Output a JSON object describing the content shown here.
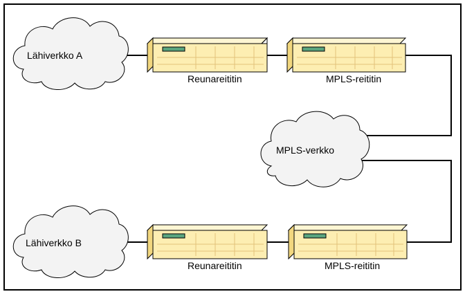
{
  "clouds": {
    "lan_a": {
      "label": "Lähiverkko A"
    },
    "lan_b": {
      "label": "Lähiverkko B"
    },
    "mpls": {
      "label": "MPLS-verkko"
    }
  },
  "routers": {
    "edge_top": {
      "label": "Reunareititin"
    },
    "mpls_top": {
      "label": "MPLS-reititin"
    },
    "edge_bottom": {
      "label": "Reunareititin"
    },
    "mpls_bottom": {
      "label": "MPLS-reititin"
    }
  },
  "colors": {
    "cloud_fill": "#f3f3f3",
    "router_front": "#fdeeb2",
    "router_top": "#fef6d3",
    "router_side": "#f2d77f",
    "router_indicator": "#5aa57f",
    "line": "#000000"
  }
}
